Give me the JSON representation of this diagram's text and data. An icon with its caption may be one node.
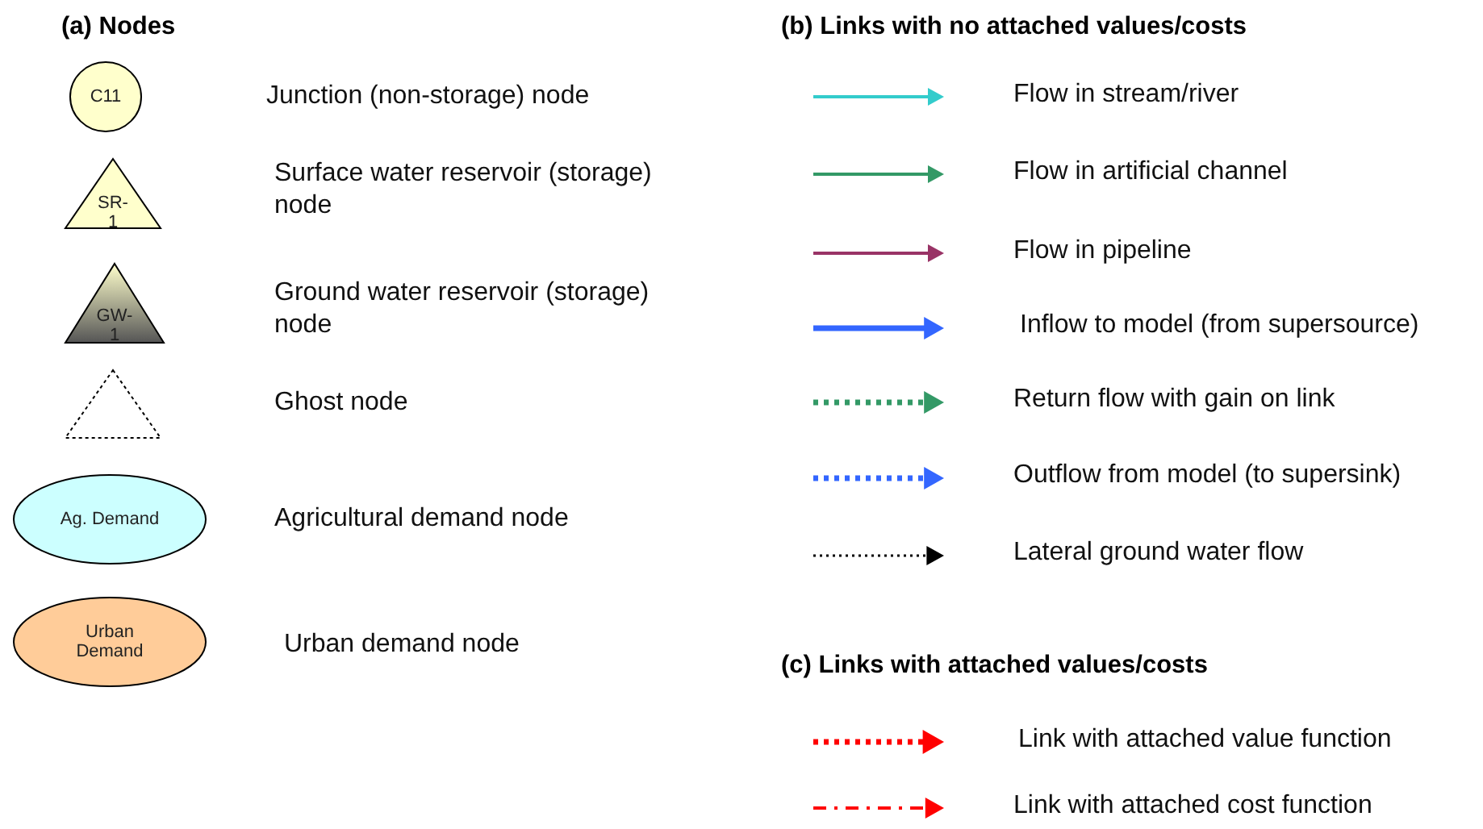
{
  "diagram": {
    "nodes": [
      {
        "text": [
          "C11"
        ]
      },
      {
        "text": [
          "SR-1"
        ]
      },
      {
        "text": [
          "GW-1"
        ]
      },
      {
        "text": [],
        "shape": "triangle"
      },
      {
        "text": [
          "Ag. Demand"
        ]
      },
      {
        "text": [
          "Urban Demand"
        ]
      }
    ],
    "labels": [
      "(a) Nodes",
      "(b) Links with no attached values/costs",
      "Junction (non-storage) node",
      "Surface water reservoir (storage) node",
      "Ground water reservoir (storage) node",
      "Ghost node",
      "Agricultural demand node",
      "Urban demand node",
      "(c) Links with attached values/costs"
    ],
    "legend": [
      {
        "text": "Flow in stream/river"
      },
      {
        "text": "Flow in artificial channel"
      },
      {
        "text": "Flow in pipeline"
      },
      {
        "text": "Inflow to model (from supersource)"
      },
      {
        "text": "Return flow with gain on link"
      },
      {
        "text": "Outflow from model (to supersink)"
      },
      {
        "text": "Lateral ground water flow"
      },
      {
        "text": "Link with attached value function"
      },
      {
        "text": "Link with attached cost function"
      }
    ]
  }
}
